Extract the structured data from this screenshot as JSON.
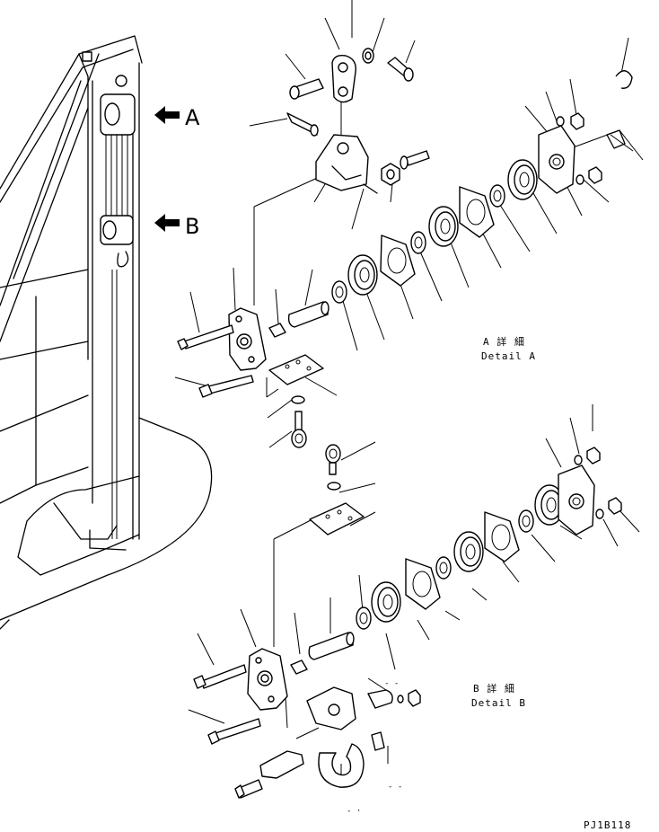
{
  "arrow_labels": {
    "a": "A",
    "b": "B"
  },
  "detail_a": {
    "jp": "A 詳 細",
    "en": "Detail A"
  },
  "detail_b": {
    "jp": "B 詳 細",
    "en": "Detail B"
  },
  "drawing_code": "PJ1B118",
  "colors": {
    "line": "#000000",
    "background": "#ffffff"
  }
}
